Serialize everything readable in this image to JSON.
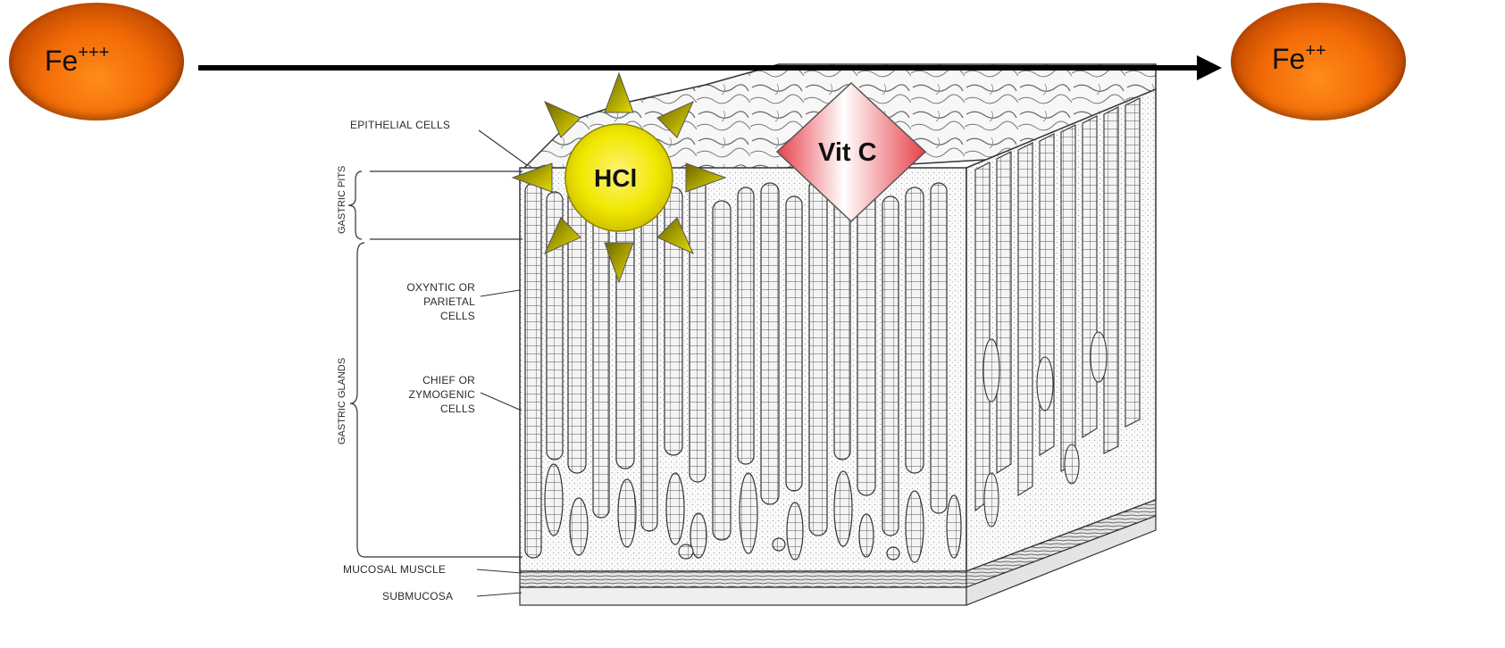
{
  "ions": {
    "left": {
      "base": "Fe",
      "charge": "+++"
    },
    "right": {
      "base": "Fe",
      "charge": "++"
    }
  },
  "agents": {
    "acid": "HCl",
    "vitamin": "Vit C"
  },
  "labels": {
    "epithelial": "EPITHELIAL CELLS",
    "gastric_pits": "GASTRIC PITS",
    "parietal": [
      "OXYNTIC OR",
      "PARIETAL",
      "CELLS"
    ],
    "gastric_glands": "GASTRIC GLANDS",
    "chief": [
      "CHIEF OR",
      "ZYMOGENIC",
      "CELLS"
    ],
    "mucosal_muscle": "MUCOSAL MUSCLE",
    "submucosa": "SUBMUCOSA"
  },
  "colors": {
    "ion_fill": "#f26a06",
    "sun_fill": "#f0e800",
    "sun_rays": "#b8b400",
    "diamond_edge": "#e8404a",
    "arrow": "#000000"
  }
}
